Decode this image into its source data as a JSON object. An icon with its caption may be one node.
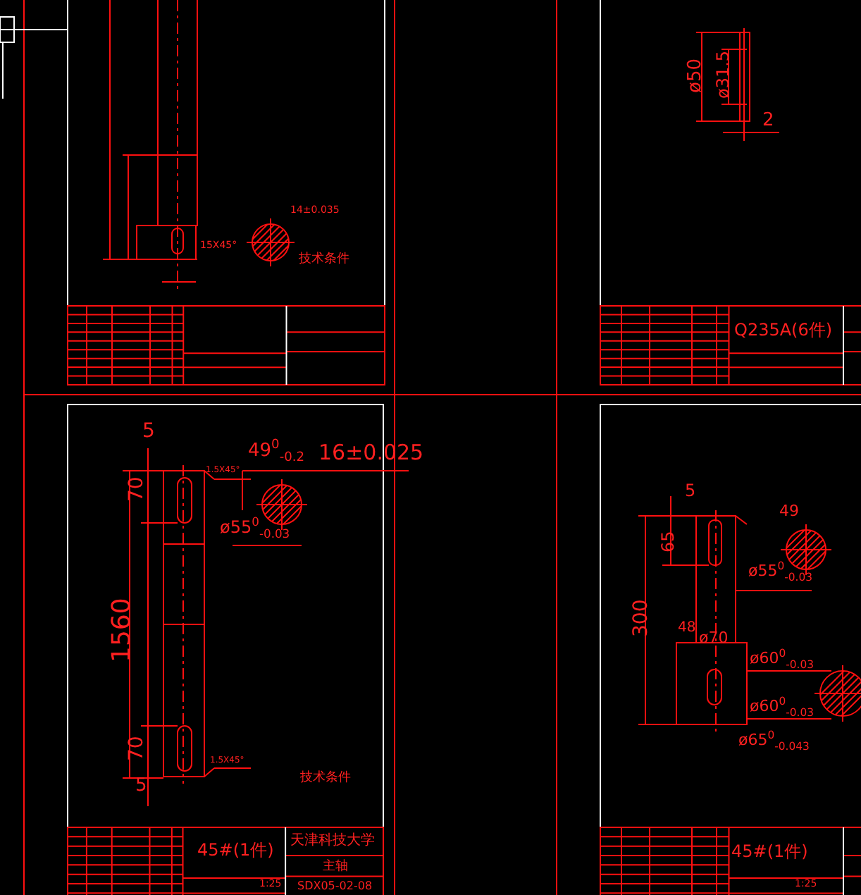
{
  "diagram": {
    "labels": [
      "技术条件",
      "15X45°",
      "14±0.035",
      "ø50",
      "ø31.5",
      "2",
      "Q235A(6件)",
      "5",
      "70",
      "1560",
      "70",
      "5",
      "49$^{0}$$_{-0.2}$",
      "16±0.025",
      "1.5X45°",
      "ø55$^{0}$$_{-0.03}$",
      "1.5X45°",
      "技术条件",
      "45#(1件)",
      "天津科技大学",
      "主轴",
      "1:25",
      "SDX05-02-08",
      "5",
      "65",
      "ø55$^{0}$$_{-0.03}$",
      "49",
      "300",
      "48",
      "ø70",
      "ø60$^{0}$$_{-0.03}$",
      "ø60$^{0}$$_{-0.03}$",
      "ø65$^{0}$$_{-0.043}$",
      "45#(1件)",
      "1:25"
    ]
  }
}
